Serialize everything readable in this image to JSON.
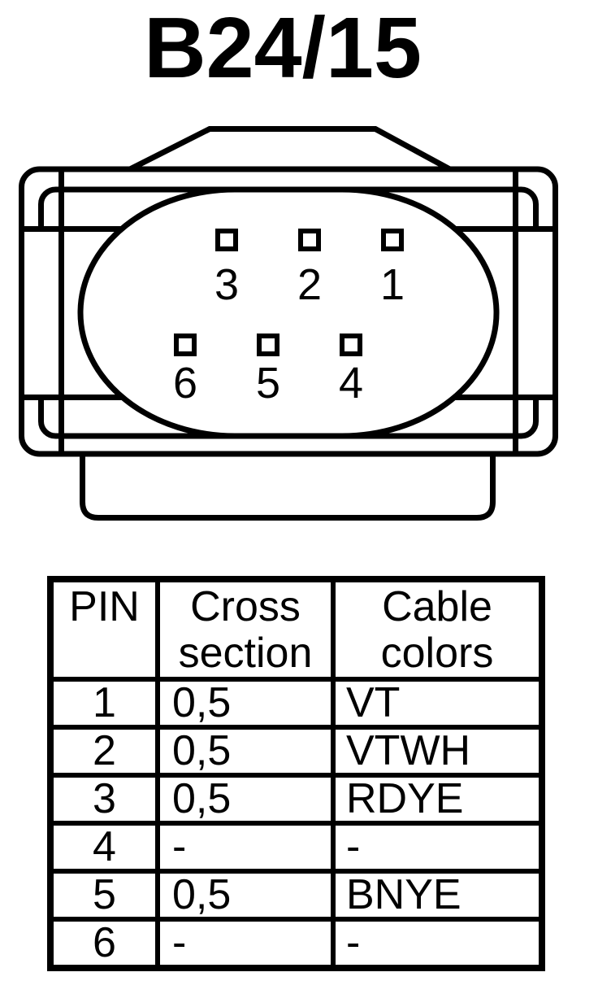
{
  "title": "B24/15",
  "connector": {
    "pin_labels": [
      "3",
      "2",
      "1",
      "6",
      "5",
      "4"
    ]
  },
  "table": {
    "headers": [
      "PIN",
      "Cross section",
      "Cable colors"
    ],
    "rows": [
      {
        "pin": "1",
        "cross_section": "0,5",
        "cable_color": "VT"
      },
      {
        "pin": "2",
        "cross_section": "0,5",
        "cable_color": "VTWH"
      },
      {
        "pin": "3",
        "cross_section": "0,5",
        "cable_color": "RDYE"
      },
      {
        "pin": "4",
        "cross_section": "-",
        "cable_color": "-"
      },
      {
        "pin": "5",
        "cross_section": "0,5",
        "cable_color": "BNYE"
      },
      {
        "pin": "6",
        "cross_section": "-",
        "cable_color": "-"
      }
    ]
  },
  "colors": {
    "line": "#000000",
    "background": "#ffffff"
  }
}
